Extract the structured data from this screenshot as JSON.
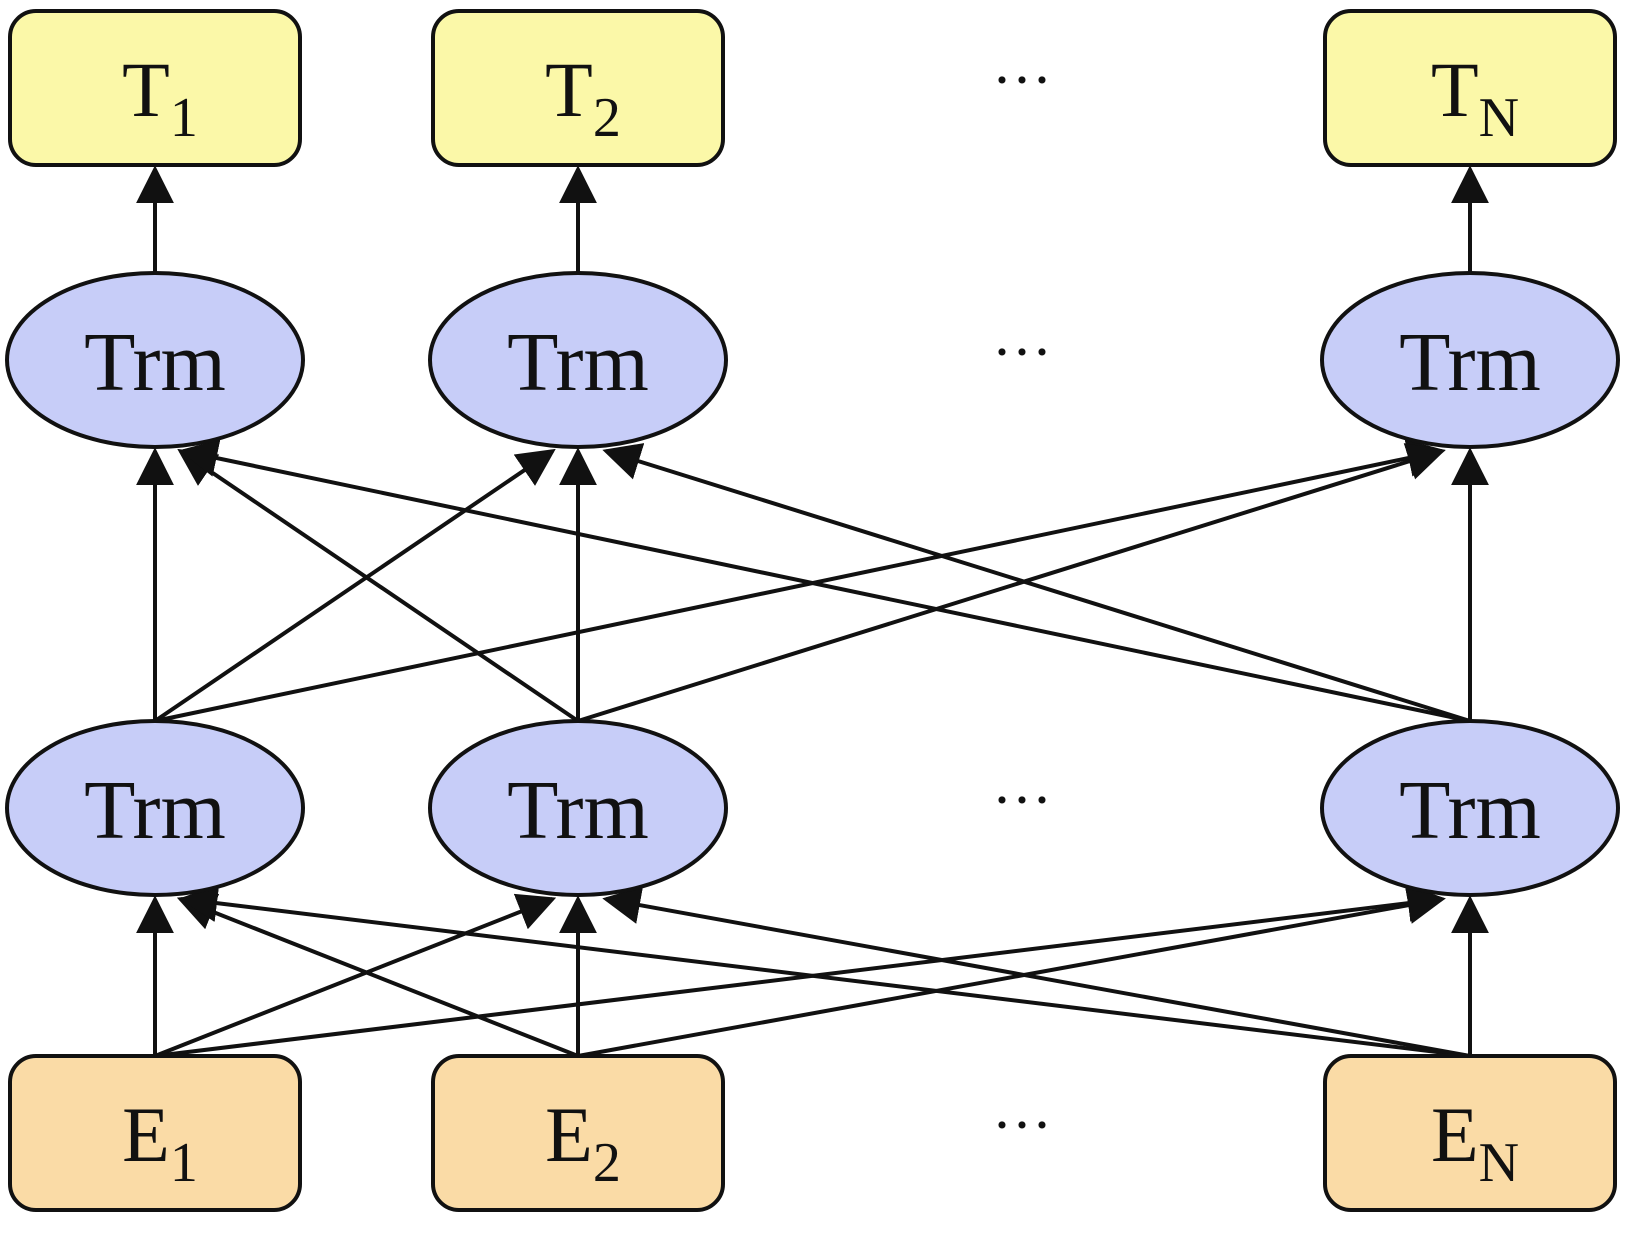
{
  "diagram": {
    "type": "BERT bidirectional transformer architecture",
    "colors": {
      "output_fill": "#FBF8A8",
      "trm_fill": "#C7CDF8",
      "input_fill": "#FADBA6",
      "stroke": "#111111"
    },
    "outputs": [
      {
        "id": "T1",
        "base": "T",
        "sub": "1"
      },
      {
        "id": "T2",
        "base": "T",
        "sub": "2"
      },
      {
        "id": "TN",
        "base": "T",
        "sub": "N"
      }
    ],
    "layer2": [
      {
        "id": "trm2_1",
        "label": "Trm"
      },
      {
        "id": "trm2_2",
        "label": "Trm"
      },
      {
        "id": "trm2_N",
        "label": "Trm"
      }
    ],
    "layer1": [
      {
        "id": "trm1_1",
        "label": "Trm"
      },
      {
        "id": "trm1_2",
        "label": "Trm"
      },
      {
        "id": "trm1_N",
        "label": "Trm"
      }
    ],
    "inputs": [
      {
        "id": "E1",
        "base": "E",
        "sub": "1"
      },
      {
        "id": "E2",
        "base": "E",
        "sub": "2"
      },
      {
        "id": "EN",
        "base": "E",
        "sub": "N"
      }
    ],
    "ellipsis": "···",
    "edges": [
      {
        "from": "E1",
        "to": "trm1_1"
      },
      {
        "from": "E1",
        "to": "trm1_2"
      },
      {
        "from": "E1",
        "to": "trm1_N"
      },
      {
        "from": "E2",
        "to": "trm1_1"
      },
      {
        "from": "E2",
        "to": "trm1_2"
      },
      {
        "from": "E2",
        "to": "trm1_N"
      },
      {
        "from": "EN",
        "to": "trm1_1"
      },
      {
        "from": "EN",
        "to": "trm1_2"
      },
      {
        "from": "EN",
        "to": "trm1_N"
      },
      {
        "from": "trm1_1",
        "to": "trm2_1"
      },
      {
        "from": "trm1_1",
        "to": "trm2_2"
      },
      {
        "from": "trm1_1",
        "to": "trm2_N"
      },
      {
        "from": "trm1_2",
        "to": "trm2_1"
      },
      {
        "from": "trm1_2",
        "to": "trm2_2"
      },
      {
        "from": "trm1_2",
        "to": "trm2_N"
      },
      {
        "from": "trm1_N",
        "to": "trm2_1"
      },
      {
        "from": "trm1_N",
        "to": "trm2_2"
      },
      {
        "from": "trm1_N",
        "to": "trm2_N"
      },
      {
        "from": "trm2_1",
        "to": "T1"
      },
      {
        "from": "trm2_2",
        "to": "T2"
      },
      {
        "from": "trm2_N",
        "to": "TN"
      }
    ]
  }
}
